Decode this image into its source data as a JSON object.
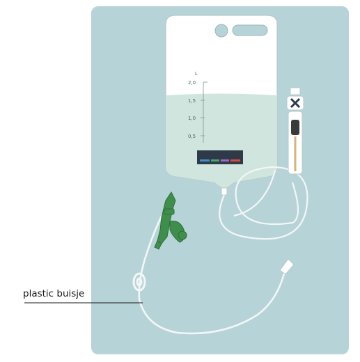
{
  "figure": {
    "callout_label": "plastic buisje",
    "scale_unit": "L",
    "scale_ticks": [
      "2,0",
      "1,5",
      "1,0",
      "0,5"
    ]
  },
  "colors": {
    "panel": "#b6d3d8",
    "bag_fill": "#ffffff",
    "liquid": "#cfe5dd",
    "tube": "#f4f6f6",
    "clamp_green": "#3f8f4c",
    "label_dark": "#2f3a48"
  },
  "icons": [
    "enema-bag-icon",
    "tube-clamp-icon",
    "syringe-icon",
    "tube-tip-icon"
  ]
}
